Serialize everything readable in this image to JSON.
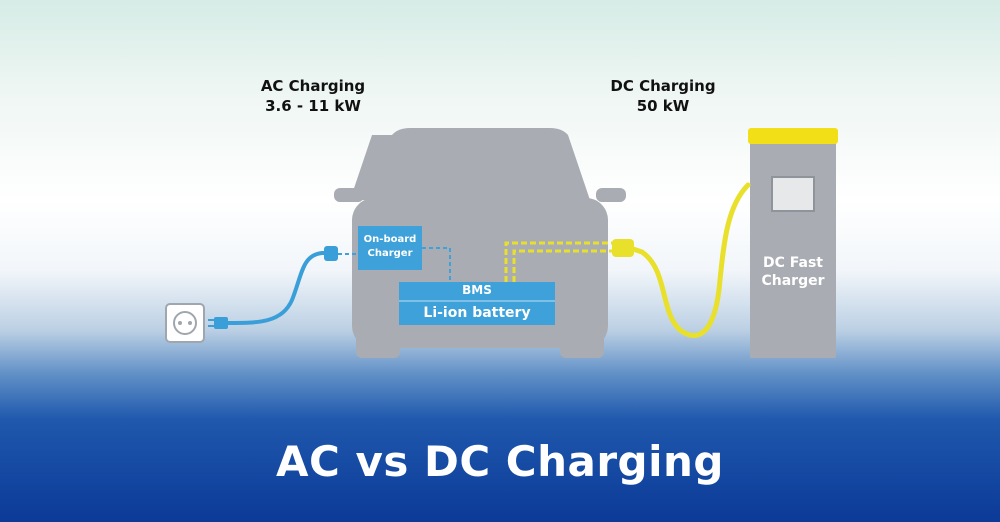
{
  "ac": {
    "line1": "AC Charging",
    "line2": "3.6 - 11 kW"
  },
  "dc": {
    "line1": "DC Charging",
    "line2": "50 kW"
  },
  "onboard_charger": {
    "line1": "On-board",
    "line2": "Charger"
  },
  "battery": {
    "bms": "BMS",
    "label": "Li-ion battery"
  },
  "dc_fast_charger": {
    "line1": "DC Fast",
    "line2": "Charger"
  },
  "title": "AC vs DC Charging",
  "colors": {
    "car": "#a9adb3",
    "ac_cable": "#3a9fd8",
    "dc_cable": "#e8e02a",
    "charger_cap": "#f3df18",
    "component_box": "#3ea1da",
    "title_background": "#0b3a97"
  }
}
